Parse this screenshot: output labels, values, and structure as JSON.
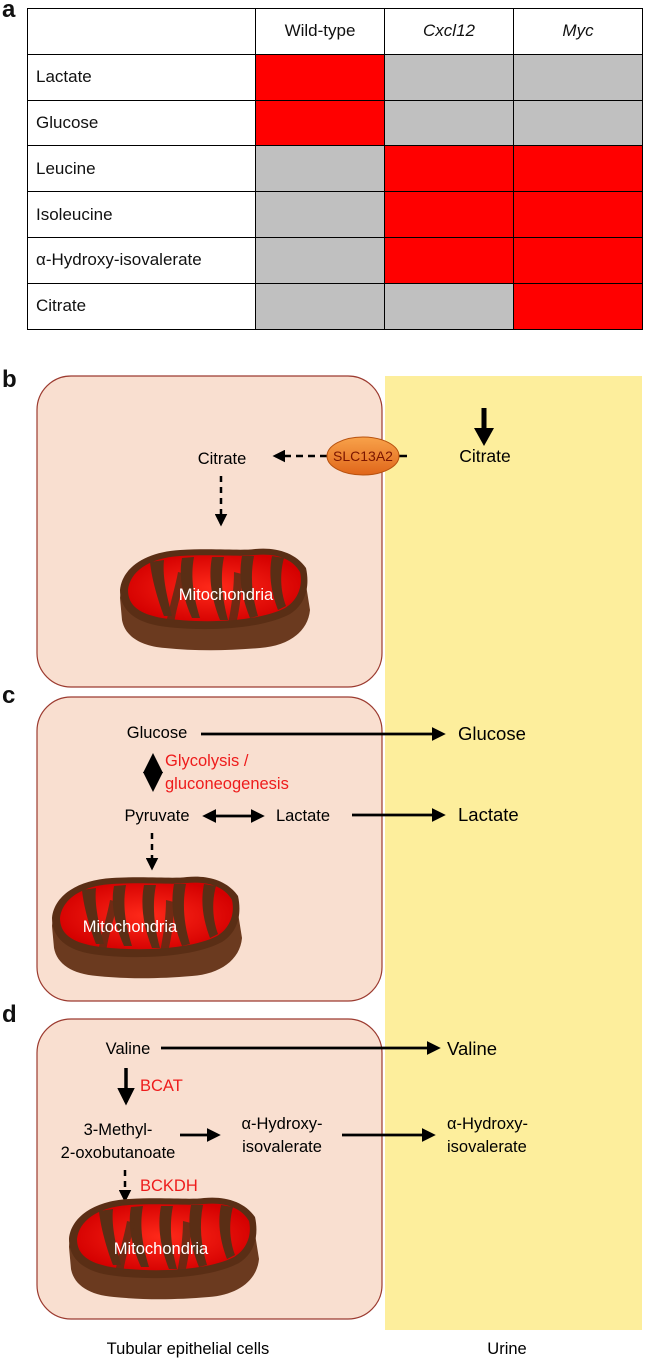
{
  "panel_labels": {
    "a": "a",
    "b": "b",
    "c": "c",
    "d": "d"
  },
  "table": {
    "columns": [
      {
        "label": "Wild-type",
        "italic": false
      },
      {
        "label": "Cxcl12",
        "italic": true
      },
      {
        "label": "Myc",
        "italic": true
      }
    ],
    "rows": [
      {
        "label": "Lactate",
        "cells": [
          "red",
          "grey",
          "grey"
        ]
      },
      {
        "label": "Glucose",
        "cells": [
          "red",
          "grey",
          "grey"
        ]
      },
      {
        "label": "Leucine",
        "cells": [
          "grey",
          "red",
          "red"
        ]
      },
      {
        "label": "Isoleucine",
        "cells": [
          "grey",
          "red",
          "red"
        ]
      },
      {
        "label": "α-Hydroxy-isovalerate",
        "cells": [
          "grey",
          "red",
          "red"
        ]
      },
      {
        "label": "Citrate",
        "cells": [
          "grey",
          "grey",
          "red"
        ]
      }
    ],
    "colors": {
      "red": "#ff0000",
      "grey": "#c0c0c0"
    }
  },
  "panel_b": {
    "citrate_cell": "Citrate",
    "transporter": "SLC13A2",
    "citrate_urine": "Citrate",
    "mitochondria": "Mitochondria"
  },
  "panel_c": {
    "glucose_cell": "Glucose",
    "glucose_urine": "Glucose",
    "pathway_line1": "Glycolysis /",
    "pathway_line2": "gluconeogenesis",
    "pyruvate": "Pyruvate",
    "lactate_cell": "Lactate",
    "lactate_urine": "Lactate",
    "mitochondria": "Mitochondria"
  },
  "panel_d": {
    "valine_cell": "Valine",
    "valine_urine": "Valine",
    "enzyme1": "BCAT",
    "intermediate_line1": "3-Methyl-",
    "intermediate_line2": "2-oxobutanoate",
    "hiv_cell_line1": "α-Hydroxy-",
    "hiv_cell_line2": "isovalerate",
    "hiv_urine_line1": "α-Hydroxy-",
    "hiv_urine_line2": "isovalerate",
    "enzyme2": "BCKDH",
    "mitochondria": "Mitochondria"
  },
  "footer": {
    "cells_label": "Tubular epithelial cells",
    "urine_label": "Urine"
  },
  "colors": {
    "cell_fill": "#f9dfd0",
    "cell_border": "#9c3b30",
    "urine_fill": "#fdee9c",
    "accent_red": "#ee1c1c",
    "transporter_fill": "#f07f28"
  }
}
